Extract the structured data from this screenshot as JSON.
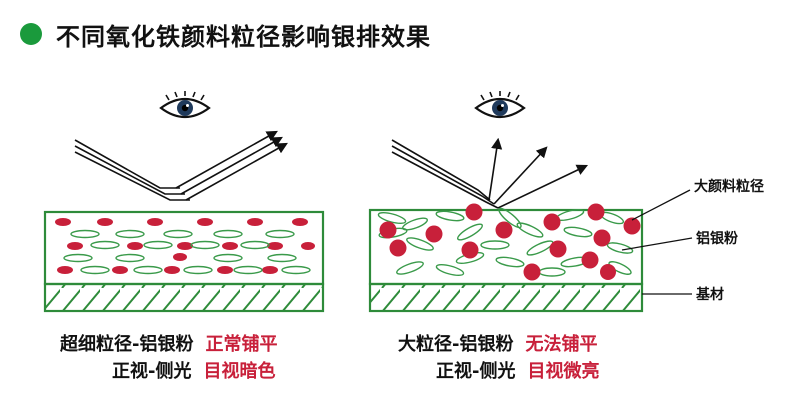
{
  "title": "不同氧化铁颜料粒径影响银排效果",
  "colors": {
    "accent_green": "#1a9a3c",
    "box_border": "#2e8b3a",
    "red_particle": "#c8203a",
    "flake_green": "#3a9a4a"
  },
  "icons": [
    "eye-icon",
    "bullet-dot"
  ],
  "left_panel": {
    "caption_line1": "超细粒径-铝银粉",
    "caption_line1_result": "正常铺平",
    "caption_line2": "正视-侧光",
    "caption_line2_result": "目视暗色"
  },
  "right_panel": {
    "caption_line1": "大粒径-铝银粉",
    "caption_line1_result": "无法铺平",
    "caption_line2": "正视-侧光",
    "caption_line2_result": "目视微亮",
    "label_large_pigment": "大颜料粒径",
    "label_aluminum": "铝银粉",
    "label_substrate": "基材"
  }
}
